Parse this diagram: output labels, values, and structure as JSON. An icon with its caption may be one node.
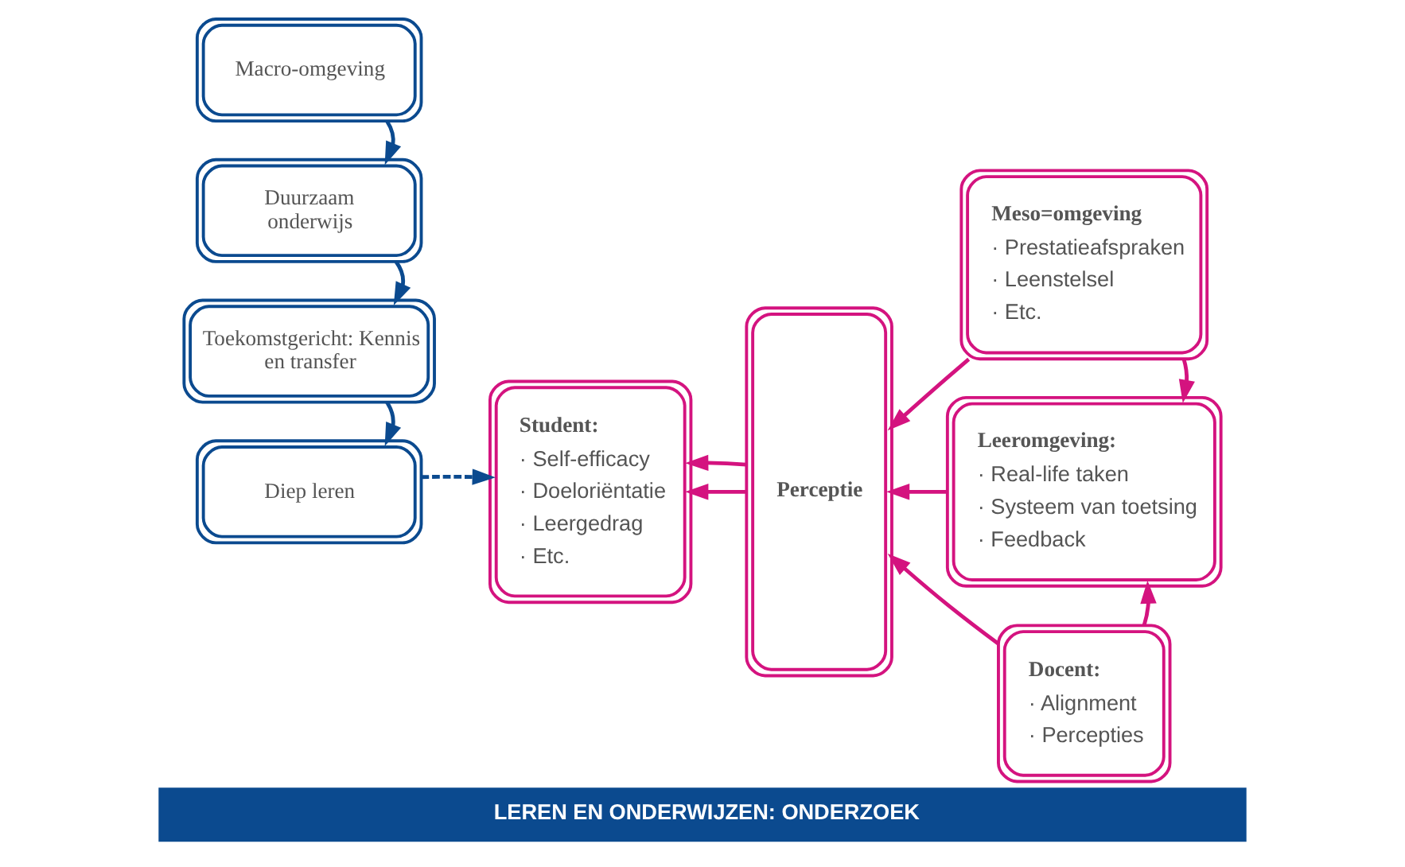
{
  "diagram": {
    "caption": "LEREN EN ONDERWIJZEN: ONDERZOEK",
    "nodes": [
      {
        "text": [
          "Macro-omgeving"
        ]
      },
      {
        "text": [
          "Duurzaam onderwijs"
        ]
      },
      {
        "text": [
          "Toekomstgericht: Kennis en transfer"
        ]
      },
      {
        "text": [
          "Diep leren"
        ]
      },
      {
        "text": [
          "Student:",
          "· Self-efficacy",
          "· Doeloriëntatie",
          "· Leergedrag",
          "· Etc."
        ]
      },
      {
        "text": [
          "Perceptie"
        ]
      },
      {
        "text": [
          "Meso=omgeving",
          "· Prestatieafspraken",
          "· Leenstelsel",
          "· Etc."
        ]
      },
      {
        "text": [
          "Leeromgeving:",
          "· Real-life taken",
          "· Systeem van toetsing",
          "· Feedback"
        ]
      },
      {
        "text": [
          "Docent:",
          "· Alignment",
          "· Percepties"
        ]
      }
    ],
    "edges": [
      {
        "from": 0,
        "to": 1,
        "arrow": "to",
        "color": "#0b4a8f"
      },
      {
        "from": 1,
        "to": 2,
        "arrow": "to",
        "color": "#0b4a8f"
      },
      {
        "from": 2,
        "to": 3,
        "arrow": "to",
        "color": "#0b4a8f"
      },
      {
        "from": 3,
        "to": 4,
        "arrow": "to",
        "style": "dashed",
        "color": "#0b4a8f"
      },
      {
        "from": 5,
        "to": 4,
        "arrow": "to"
      },
      {
        "from": 5,
        "to": 4,
        "arrow": "to"
      },
      {
        "from": 6,
        "to": 5,
        "arrow": "to"
      },
      {
        "from": 7,
        "to": 5,
        "arrow": "to"
      },
      {
        "from": 8,
        "to": 5,
        "arrow": "to"
      },
      {
        "from": 6,
        "to": 7,
        "arrow": "to"
      },
      {
        "from": 8,
        "to": 7,
        "arrow": "to"
      }
    ]
  }
}
